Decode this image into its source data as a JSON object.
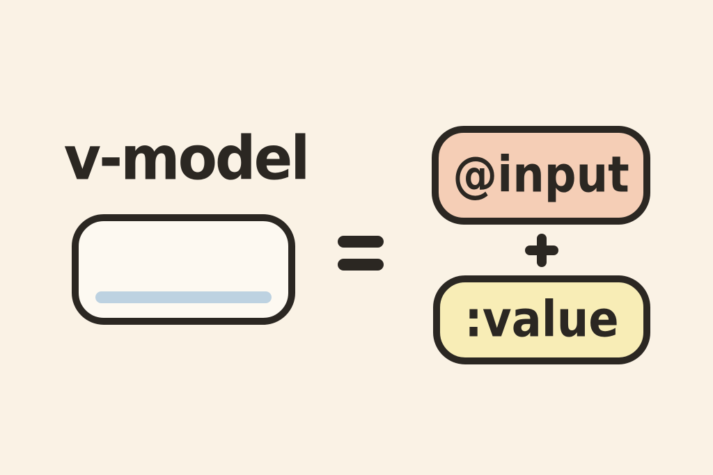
{
  "diagram": {
    "title": "v-model",
    "equation": {
      "left_term": "v-model",
      "equals_symbol": "=",
      "plus_symbol": "+",
      "right_terms": [
        {
          "label": "@input",
          "fill": "#f5ceb6"
        },
        {
          "label": ":value",
          "fill": "#f8edb6"
        }
      ]
    },
    "input_illustration": {
      "description": "empty text input with underline",
      "fill": "#fdf9f1",
      "underline_color": "#bdd2e1",
      "border_color": "#2b2722"
    },
    "colors": {
      "background": "#faf2e5",
      "ink": "#2b2722",
      "event_box_fill": "#f5ceb6",
      "value_box_fill": "#f8edb6",
      "underline_blue": "#bdd2e1"
    }
  }
}
